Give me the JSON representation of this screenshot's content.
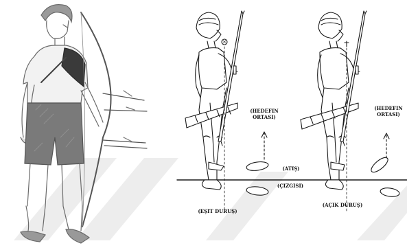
{
  "diagram": {
    "left_panel": {
      "target_label_line1": "(HEDEFIN",
      "target_label_line2": "ORTASI)",
      "shooting_label": "(ATIŞ)",
      "line_label": "(ÇIZGISI)",
      "stance_label": "(EŞIT DURUŞ)"
    },
    "right_panel": {
      "target_label_line1": "(HEDEFIN",
      "target_label_line2": "ORTASI)",
      "stance_label": "(AÇIK DURUŞ)"
    }
  },
  "colors": {
    "ink": "#1a1a1a",
    "sketch_gray": "#6a6a6a",
    "shade": "#3a3a3a",
    "watermark": "#ececec"
  }
}
